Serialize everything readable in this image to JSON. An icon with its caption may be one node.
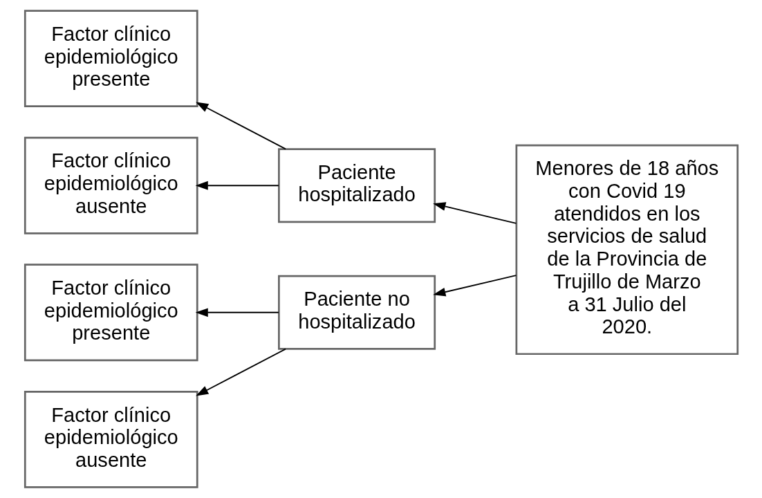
{
  "diagram": {
    "nodes": [
      {
        "text": [
          "Factor clínico epidemiológico presente"
        ]
      },
      {
        "text": [
          "Paciente hospitalizado"
        ]
      },
      {
        "text": [
          "Menores de 18 años con Covid 19 atendidos en los servicios de salud de la Provincia de Trujillo de Marzo a 31 Julio del 2020."
        ]
      },
      {
        "text": [
          "Factor clínico epidemiológico ausente"
        ]
      },
      {
        "text": [
          "Factor clínico epidemiológico presente"
        ]
      },
      {
        "text": [
          "Paciente no hospitalizado"
        ]
      },
      {
        "text": [
          "Factor clínico epidemiológico ausente"
        ]
      }
    ],
    "edges": [
      {
        "from": 2,
        "to": 1,
        "arrow": "to"
      },
      {
        "from": 2,
        "to": 5,
        "arrow": "to"
      },
      {
        "from": 1,
        "to": 0,
        "arrow": "to"
      },
      {
        "from": 1,
        "to": 3,
        "arrow": "to"
      },
      {
        "from": 5,
        "to": 4,
        "arrow": "to"
      },
      {
        "from": 5,
        "to": 6,
        "arrow": "to"
      }
    ]
  }
}
